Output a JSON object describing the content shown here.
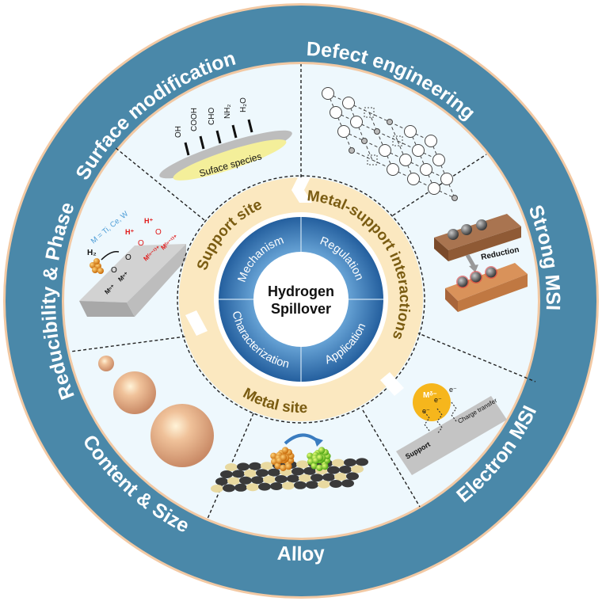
{
  "center": {
    "title_line1": "Hydrogen",
    "title_line2": "Spillover"
  },
  "blue_ring": {
    "quadrants": [
      "Mechanism",
      "Regulation",
      "Application",
      "Characterization"
    ]
  },
  "tan_ring": {
    "segments": [
      "Support site",
      "Metal-support interactions",
      "Metal site"
    ]
  },
  "outer_ring": {
    "labels": [
      "Surface modification",
      "Defect engineering",
      "Strong MSI",
      "Electron MSI",
      "Alloy",
      "Content & Size",
      "Reducibility & Phase"
    ]
  },
  "panels": {
    "surface_modification": {
      "caption": "Suface species",
      "groups": [
        "OH",
        "COOH",
        "CHO",
        "NH₂",
        "H₂O"
      ]
    },
    "reducibility_phase": {
      "metal_list": "M = Ti, Ce, W",
      "h2": "H₂",
      "h_plus": "H⁺",
      "oxygen": "O",
      "reduced_metal": "M⁽ⁿ⁻¹⁾⁺",
      "metal": "Mⁿ⁺"
    },
    "strong_msi": {
      "caption": "Reduction"
    },
    "electron_msi": {
      "metal": "Mᵟ⁻",
      "electron": "e⁻",
      "support": "Support",
      "transfer": "Charge transfer"
    }
  },
  "colors": {
    "outer_ring": "#4a88a9",
    "outer_edge": "#f2c9a4",
    "panel_bg": "#eef8fd",
    "tan_ring": "#fbe8c0",
    "tan_text": "#7a5c12",
    "blue_ring": "#2b6fb0",
    "center": "#ffffff"
  }
}
